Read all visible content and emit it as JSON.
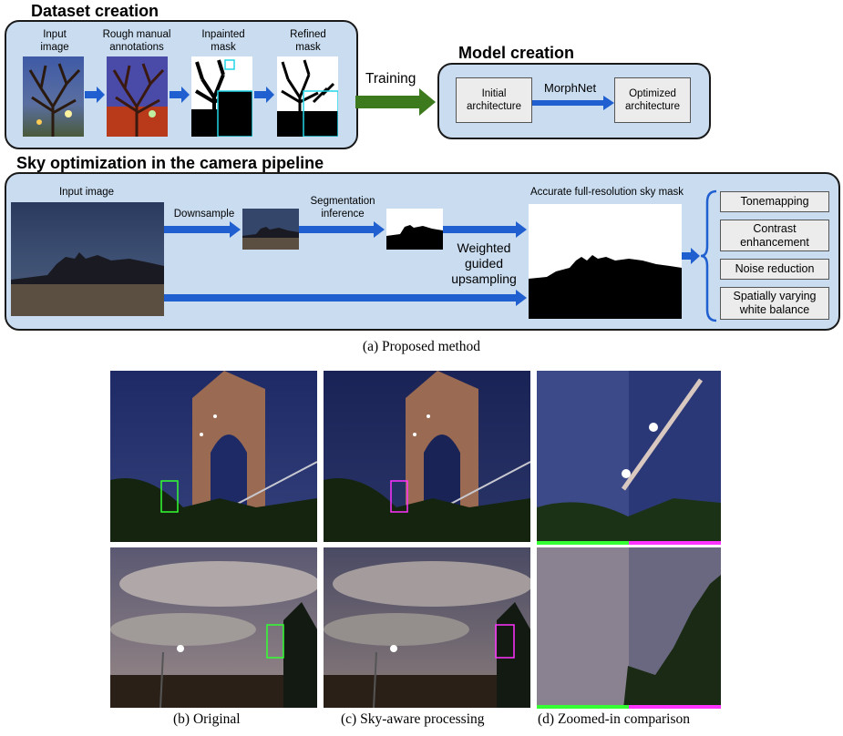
{
  "dataset_creation": {
    "title": "Dataset creation",
    "steps": [
      {
        "label": "Input\nimage"
      },
      {
        "label": "Rough manual\nannotations"
      },
      {
        "label": "Inpainted\nmask"
      },
      {
        "label": "Refined\nmask"
      }
    ]
  },
  "training_label": "Training",
  "model_creation": {
    "title": "Model creation",
    "initial": "Initial\narchitecture",
    "arrow_label": "MorphNet",
    "optimized": "Optimized\narchitecture"
  },
  "sky_pipeline": {
    "title": "Sky optimization in the camera pipeline",
    "input_label": "Input image",
    "downsample_label": "Downsample",
    "segmentation_label": "Segmentation\ninference",
    "mask_label": "Accurate full-resolution sky mask",
    "upsampling_label": "Weighted\nguided\nupsampling",
    "outputs": [
      "Tonemapping",
      "Contrast\nenhancement",
      "Noise reduction",
      "Spatially varying\nwhite balance"
    ]
  },
  "captions": {
    "a": "(a) Proposed method",
    "b": "(b) Original",
    "c": "(c) Sky-aware processing",
    "d": "(d) Zoomed-in comparison"
  },
  "colors": {
    "panel": "#c9dcf0",
    "arrow_blue": "#1f5fd0",
    "training_green": "#3d7a1e",
    "cyan": "#22d6e6",
    "green_box": "#33ff33",
    "magenta_box": "#ff33ff"
  }
}
